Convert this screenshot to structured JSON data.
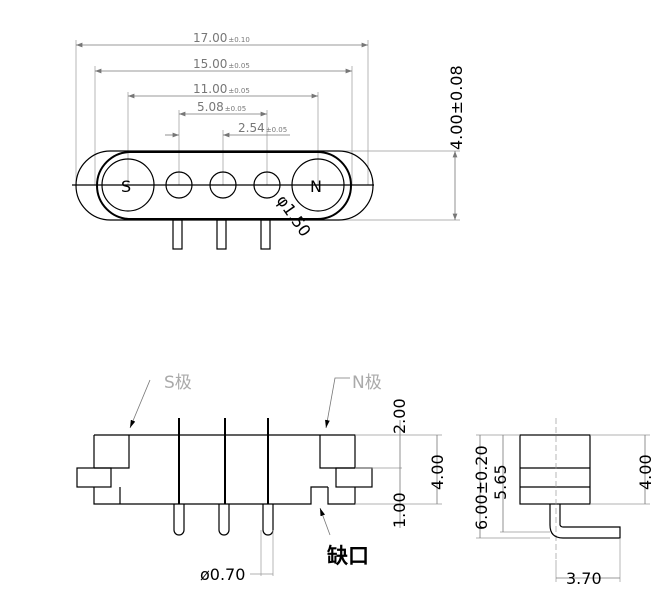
{
  "top_view": {
    "dim_17": {
      "value": "17.00",
      "tol": "±0.10"
    },
    "dim_15": {
      "value": "15.00",
      "tol": "±0.05"
    },
    "dim_11": {
      "value": "11.00",
      "tol": "±0.05"
    },
    "dim_508": {
      "value": "5.08",
      "tol": "±0.05"
    },
    "dim_254": {
      "value": "2.54",
      "tol": "±0.05"
    },
    "height": "4.00±0.08",
    "hole_dia": "φ1.50",
    "pole_s": "S",
    "pole_n": "N"
  },
  "front_view": {
    "s_label": "S极",
    "n_label": "N极",
    "notch_label": "缺口",
    "dim_top": "2.00",
    "dim_bottom": "1.00",
    "dim_height": "4.00",
    "pin_dia": "ø0.70"
  },
  "side_view": {
    "dim_total": "6.00±0.20",
    "dim_565": "5.65",
    "dim_height": "4.00",
    "dim_width": "3.70"
  }
}
